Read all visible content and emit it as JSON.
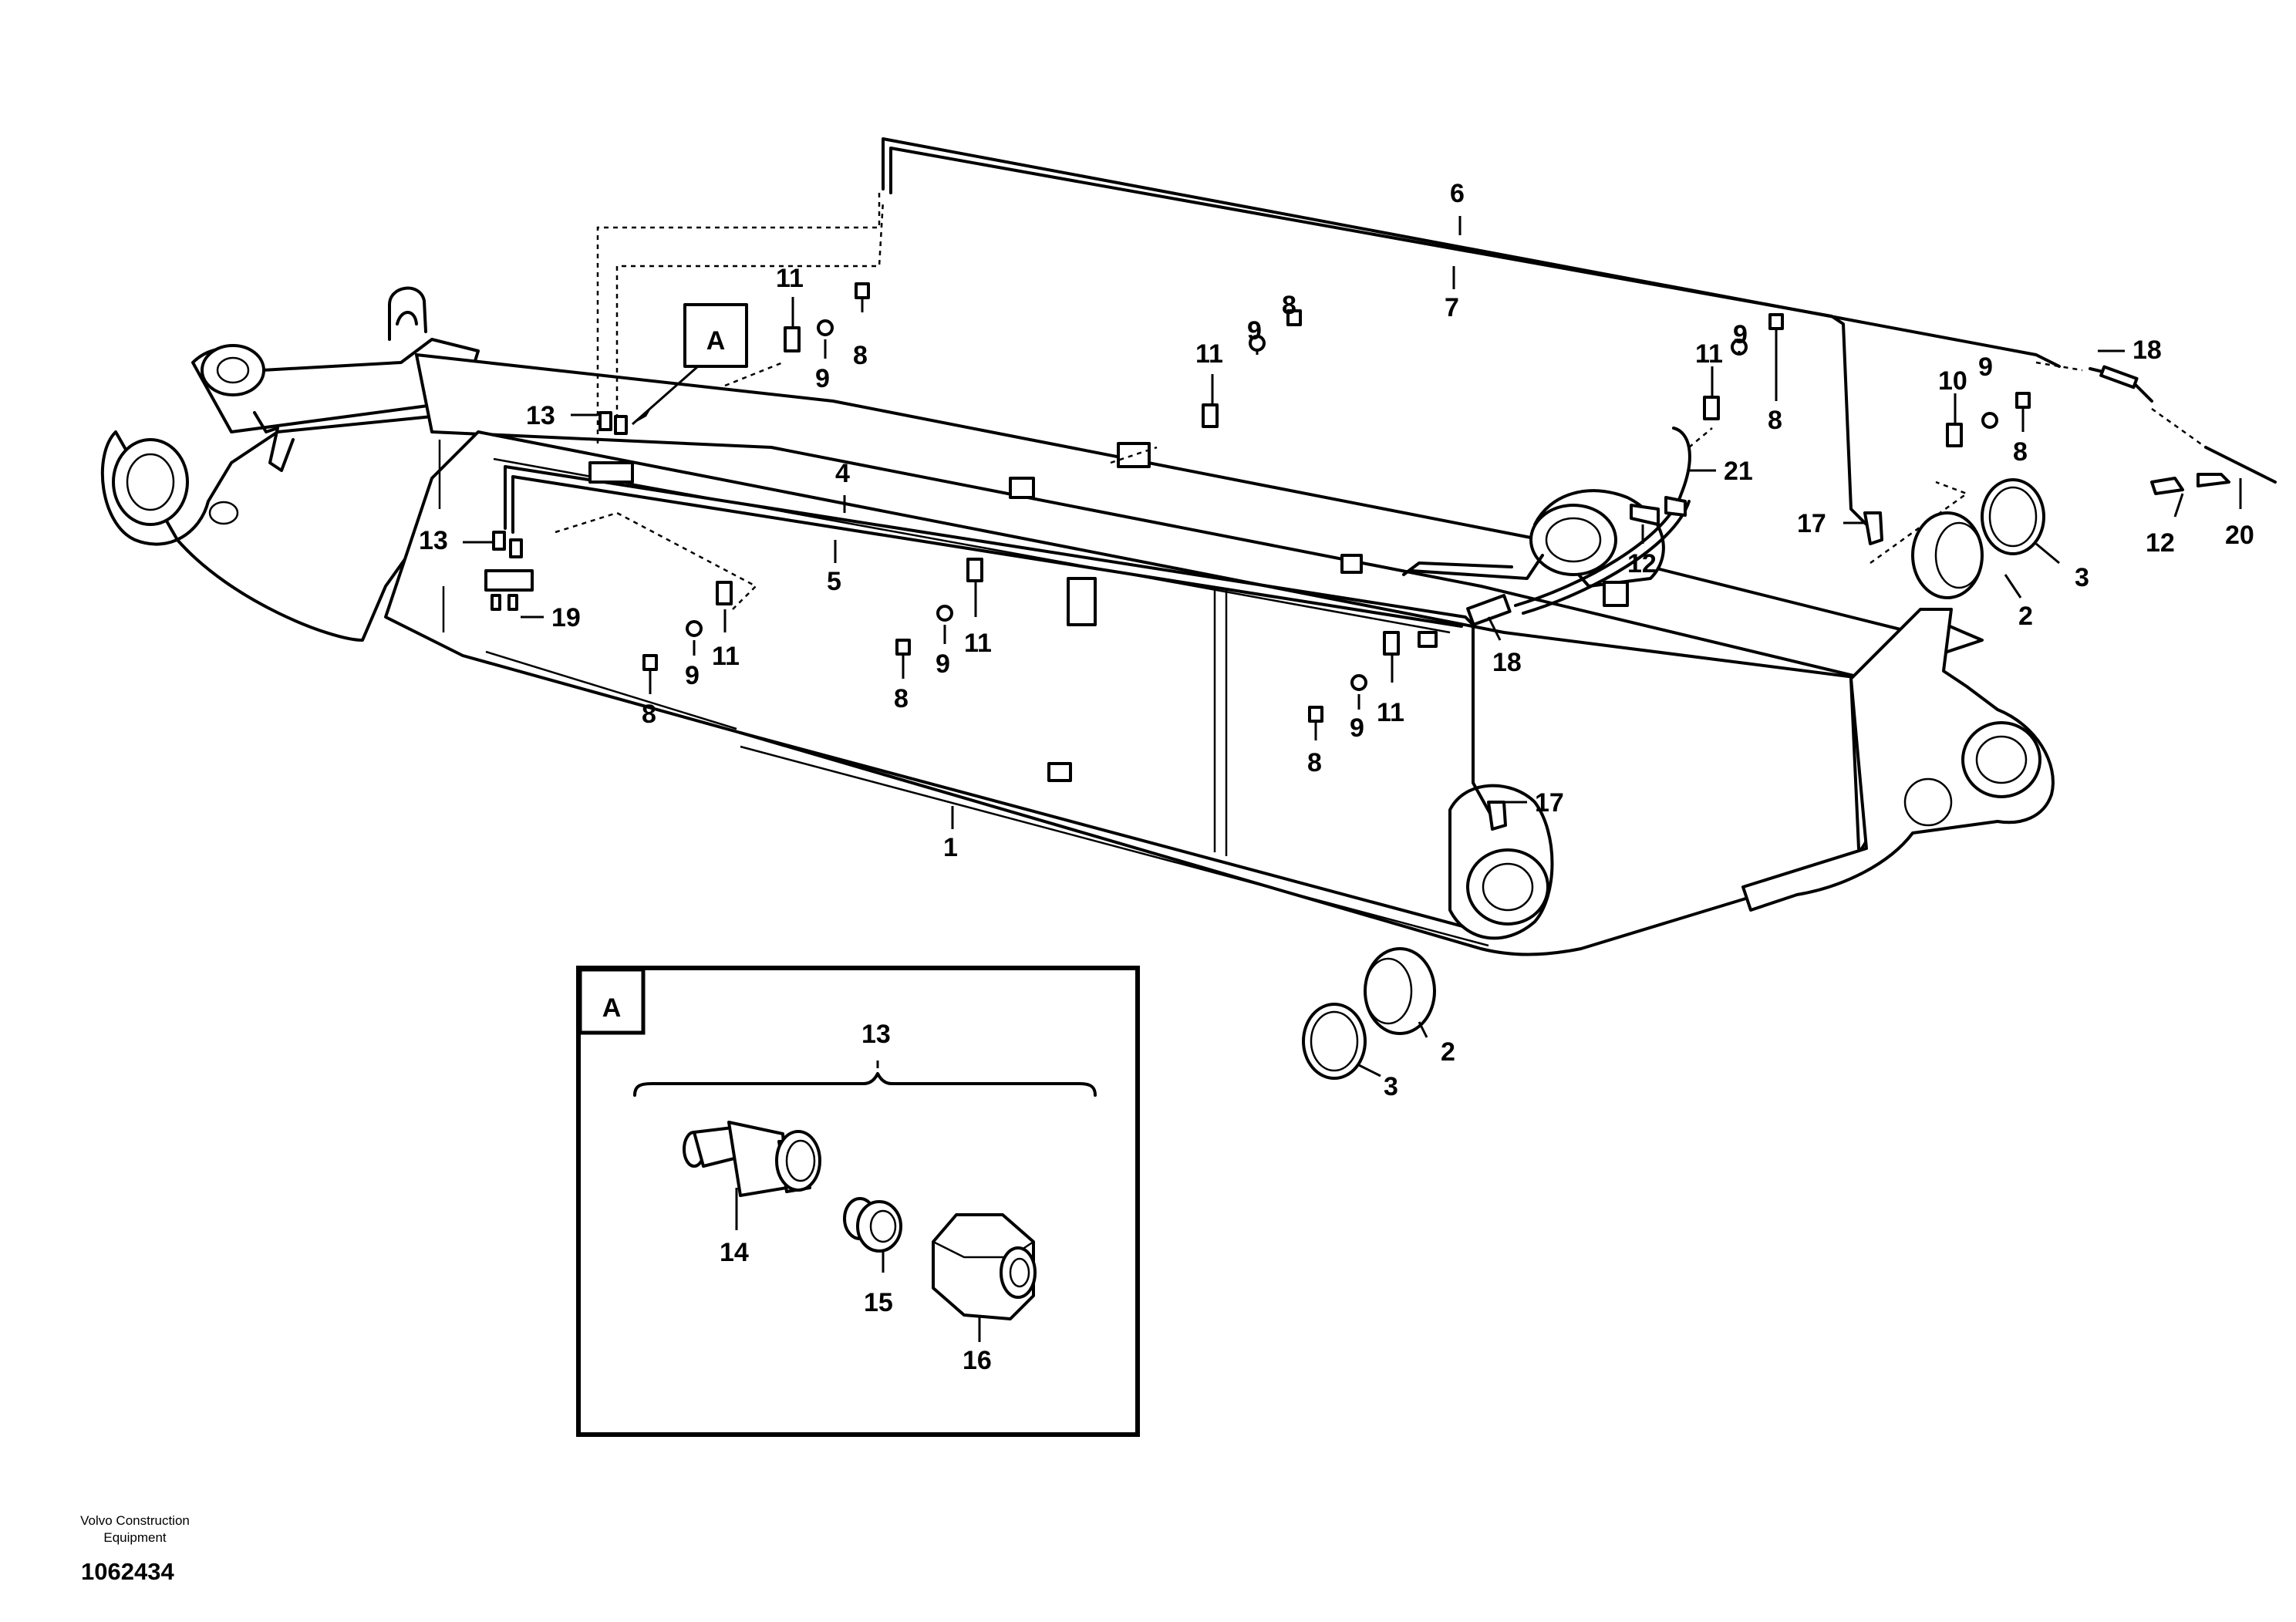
{
  "detail_ref": "A",
  "callouts": {
    "c1": "1",
    "c2a": "2",
    "c2b": "2",
    "c3a": "3",
    "c3b": "3",
    "c4": "4",
    "c5": "5",
    "c6": "6",
    "c7": "7",
    "c8a": "8",
    "c8b": "8",
    "c8c": "8",
    "c8d": "8",
    "c8e": "8",
    "c8f": "8",
    "c8g": "8",
    "c9a": "9",
    "c9b": "9",
    "c9c": "9",
    "c9d": "9",
    "c9e": "9",
    "c9f": "9",
    "c9g": "9",
    "c10": "10",
    "c11a": "11",
    "c11b": "11",
    "c11c": "11",
    "c11d": "11",
    "c11e": "11",
    "c11f": "11",
    "c12a": "12",
    "c12b": "12",
    "c13a": "13",
    "c13b": "13",
    "c13c": "13",
    "c14": "14",
    "c15": "15",
    "c16": "16",
    "c17a": "17",
    "c17b": "17",
    "c18a": "18",
    "c18b": "18",
    "c19": "19",
    "c20": "20",
    "c21": "21"
  },
  "footer": {
    "maker_line1": "Volvo Construction",
    "maker_line2": "Equipment",
    "doc_number": "1062434"
  }
}
